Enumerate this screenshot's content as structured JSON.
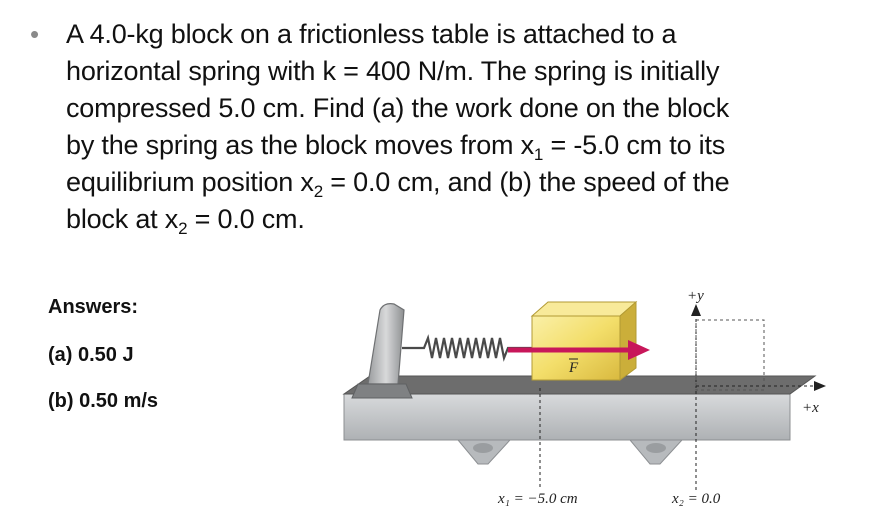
{
  "problem": {
    "bullet": "•",
    "line1": "A 4.0-kg block on a frictionless table is attached to a",
    "line2": "horizontal spring with k = 400 N/m. The spring is initially",
    "line3": "compressed 5.0 cm.  Find (a) the work done on the block",
    "line4_before": "by the spring as the block moves from   x",
    "line4_sub": "1",
    "line4_after": " = -5.0 cm to its",
    "line5_before": "equilibrium position x",
    "line5_sub": "2",
    "line5_after": " = 0.0 cm, and (b) the speed of the",
    "line6_before": "block at x",
    "line6_sub": "2",
    "line6_after": " = 0.0 cm."
  },
  "answers": {
    "heading": "Answers:",
    "a": "(a) 0.50 J",
    "b": "(b) 0.50 m/s"
  },
  "figure": {
    "y_axis_label": "+y",
    "x_axis_label": "+x",
    "force_label": "F",
    "x1_label": "x₁ = −5.0 cm",
    "x2_label": "x₂ = 0.0",
    "colors": {
      "block": "#f3de6a",
      "force_arrow": "#c8175a",
      "table_top": "#6d6d6d",
      "table_body": "#c7c9cb"
    }
  }
}
